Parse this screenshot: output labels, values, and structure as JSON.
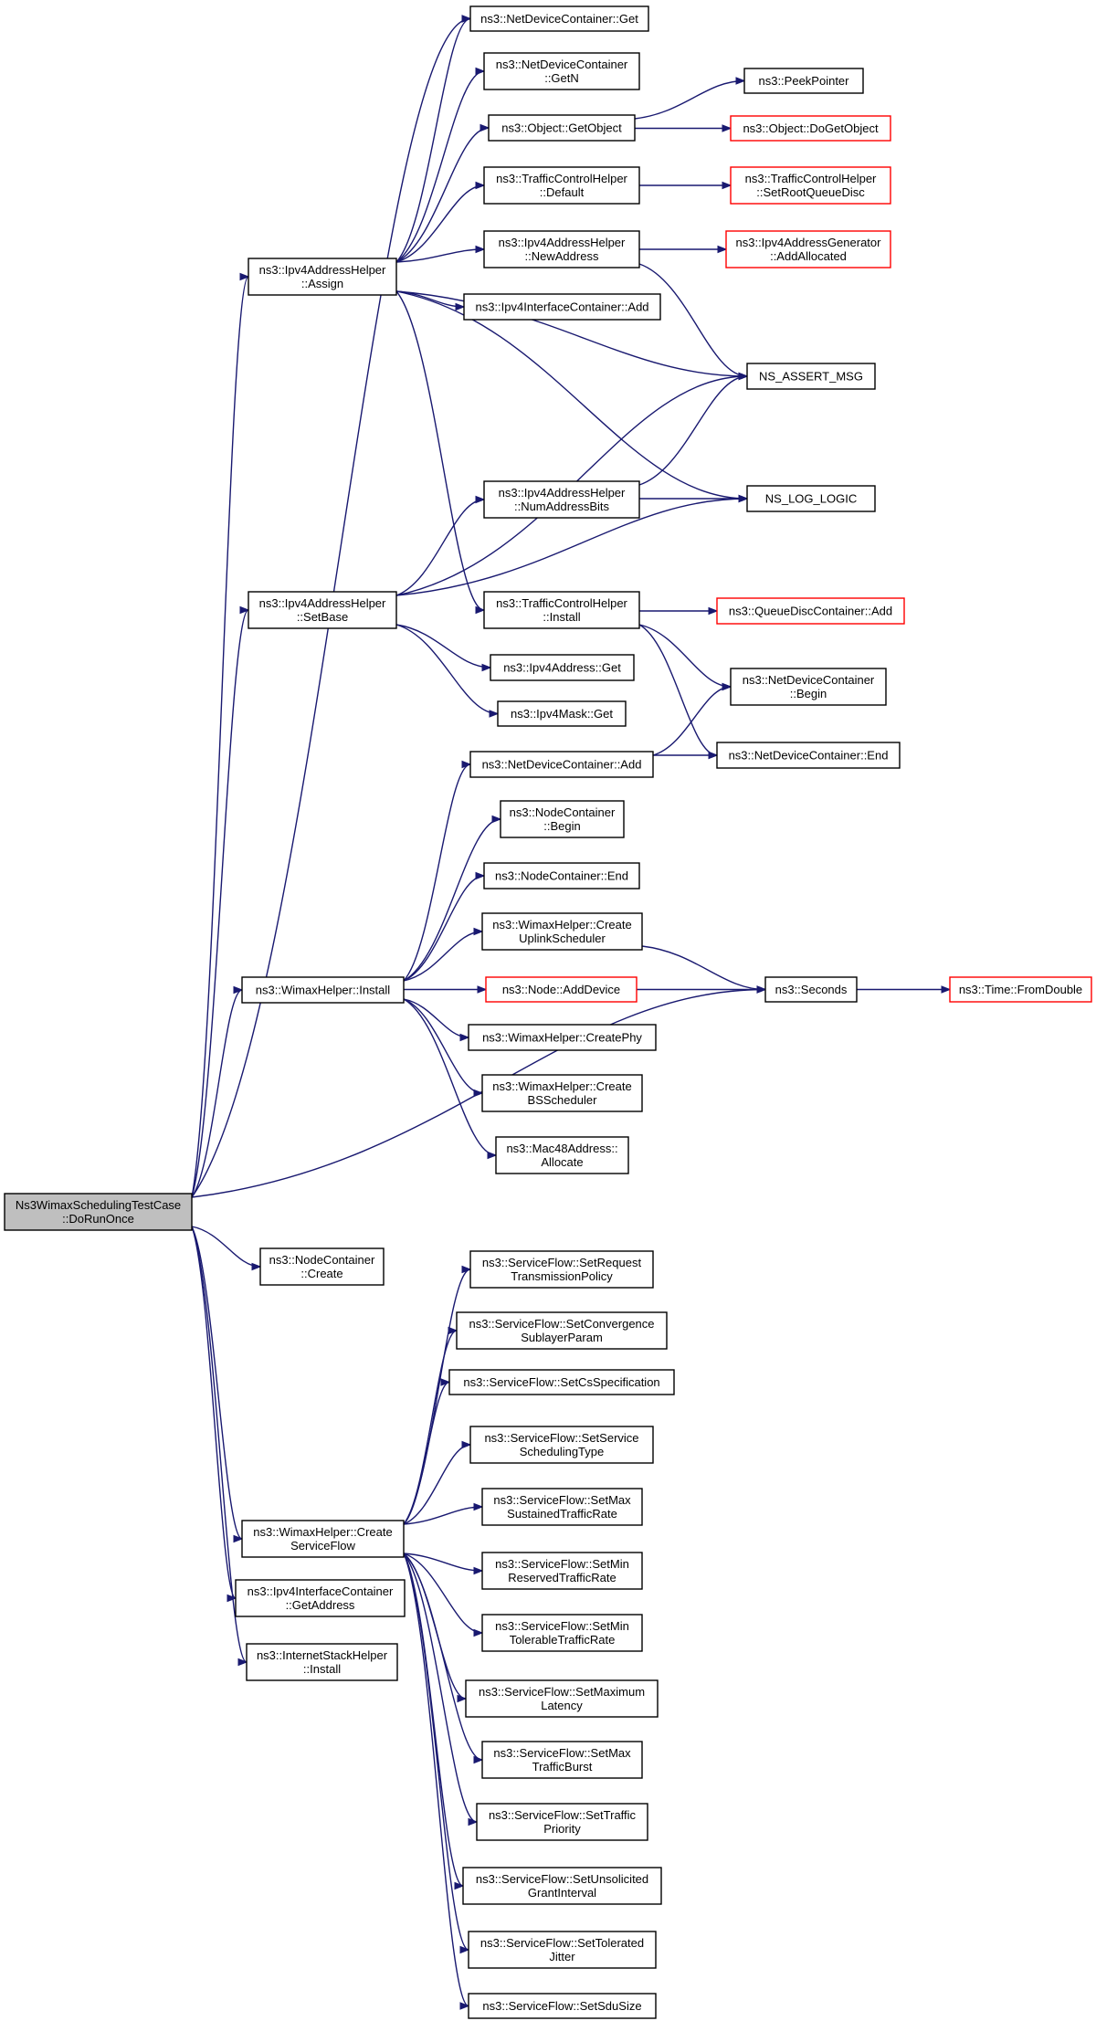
{
  "nodes": [
    {
      "id": "root",
      "lines": [
        "Ns3WimaxSchedulingTestCase",
        "::DoRunOnce"
      ],
      "style": "root"
    },
    {
      "id": "ndc_get",
      "lines": [
        "ns3::NetDeviceContainer::Get"
      ],
      "style": "normal"
    },
    {
      "id": "ndc_getn",
      "lines": [
        "ns3::NetDeviceContainer",
        "::GetN"
      ],
      "style": "normal"
    },
    {
      "id": "obj_getobject",
      "lines": [
        "ns3::Object::GetObject"
      ],
      "style": "normal"
    },
    {
      "id": "peekpointer",
      "lines": [
        "ns3::PeekPointer"
      ],
      "style": "normal"
    },
    {
      "id": "obj_dogetobject",
      "lines": [
        "ns3::Object::DoGetObject"
      ],
      "style": "red"
    },
    {
      "id": "tch_default",
      "lines": [
        "ns3::TrafficControlHelper",
        "::Default"
      ],
      "style": "normal"
    },
    {
      "id": "tch_setroot",
      "lines": [
        "ns3::TrafficControlHelper",
        "::SetRootQueueDisc"
      ],
      "style": "red"
    },
    {
      "id": "iah_assign",
      "lines": [
        "ns3::Ipv4AddressHelper",
        "::Assign"
      ],
      "style": "normal"
    },
    {
      "id": "iah_newaddress",
      "lines": [
        "ns3::Ipv4AddressHelper",
        "::NewAddress"
      ],
      "style": "normal"
    },
    {
      "id": "iag_addallocated",
      "lines": [
        "ns3::Ipv4AddressGenerator",
        "::AddAllocated"
      ],
      "style": "red"
    },
    {
      "id": "iic_add",
      "lines": [
        "ns3::Ipv4InterfaceContainer::Add"
      ],
      "style": "normal"
    },
    {
      "id": "ns_assert",
      "lines": [
        "NS_ASSERT_MSG"
      ],
      "style": "normal"
    },
    {
      "id": "iah_numbits",
      "lines": [
        "ns3::Ipv4AddressHelper",
        "::NumAddressBits"
      ],
      "style": "normal"
    },
    {
      "id": "ns_log",
      "lines": [
        "NS_LOG_LOGIC"
      ],
      "style": "normal"
    },
    {
      "id": "iah_setbase",
      "lines": [
        "ns3::Ipv4AddressHelper",
        "::SetBase"
      ],
      "style": "normal"
    },
    {
      "id": "tch_install",
      "lines": [
        "ns3::TrafficControlHelper",
        "::Install"
      ],
      "style": "normal"
    },
    {
      "id": "qdc_add",
      "lines": [
        "ns3::QueueDiscContainer::Add"
      ],
      "style": "red"
    },
    {
      "id": "ipv4addr_get",
      "lines": [
        "ns3::Ipv4Address::Get"
      ],
      "style": "normal"
    },
    {
      "id": "ndc_begin",
      "lines": [
        "ns3::NetDeviceContainer",
        "::Begin"
      ],
      "style": "normal"
    },
    {
      "id": "ipv4mask_get",
      "lines": [
        "ns3::Ipv4Mask::Get"
      ],
      "style": "normal"
    },
    {
      "id": "ndc_add",
      "lines": [
        "ns3::NetDeviceContainer::Add"
      ],
      "style": "normal"
    },
    {
      "id": "ndc_end",
      "lines": [
        "ns3::NetDeviceContainer::End"
      ],
      "style": "normal"
    },
    {
      "id": "nc_begin",
      "lines": [
        "ns3::NodeContainer",
        "::Begin"
      ],
      "style": "normal"
    },
    {
      "id": "nc_end",
      "lines": [
        "ns3::NodeContainer::End"
      ],
      "style": "normal"
    },
    {
      "id": "wh_uplink",
      "lines": [
        "ns3::WimaxHelper::Create",
        "UplinkScheduler"
      ],
      "style": "normal"
    },
    {
      "id": "wh_install",
      "lines": [
        "ns3::WimaxHelper::Install"
      ],
      "style": "normal"
    },
    {
      "id": "node_adddevice",
      "lines": [
        "ns3::Node::AddDevice"
      ],
      "style": "red"
    },
    {
      "id": "seconds",
      "lines": [
        "ns3::Seconds"
      ],
      "style": "normal"
    },
    {
      "id": "time_fromdouble",
      "lines": [
        "ns3::Time::FromDouble"
      ],
      "style": "red"
    },
    {
      "id": "wh_createphy",
      "lines": [
        "ns3::WimaxHelper::CreatePhy"
      ],
      "style": "normal"
    },
    {
      "id": "wh_bsscheduler",
      "lines": [
        "ns3::WimaxHelper::Create",
        "BSScheduler"
      ],
      "style": "normal"
    },
    {
      "id": "mac48_allocate",
      "lines": [
        "ns3::Mac48Address::",
        "Allocate"
      ],
      "style": "normal"
    },
    {
      "id": "nc_create",
      "lines": [
        "ns3::NodeContainer",
        "::Create"
      ],
      "style": "normal"
    },
    {
      "id": "sf_setrequest",
      "lines": [
        "ns3::ServiceFlow::SetRequest",
        "TransmissionPolicy"
      ],
      "style": "normal"
    },
    {
      "id": "sf_setconv",
      "lines": [
        "ns3::ServiceFlow::SetConvergence",
        "SublayerParam"
      ],
      "style": "normal"
    },
    {
      "id": "sf_setcs",
      "lines": [
        "ns3::ServiceFlow::SetCsSpecification"
      ],
      "style": "normal"
    },
    {
      "id": "sf_setservice",
      "lines": [
        "ns3::ServiceFlow::SetService",
        "SchedulingType"
      ],
      "style": "normal"
    },
    {
      "id": "wh_createsf",
      "lines": [
        "ns3::WimaxHelper::Create",
        "ServiceFlow"
      ],
      "style": "normal"
    },
    {
      "id": "sf_setmaxsust",
      "lines": [
        "ns3::ServiceFlow::SetMax",
        "SustainedTrafficRate"
      ],
      "style": "normal"
    },
    {
      "id": "iic_getaddress",
      "lines": [
        "ns3::Ipv4InterfaceContainer",
        "::GetAddress"
      ],
      "style": "normal"
    },
    {
      "id": "sf_setminres",
      "lines": [
        "ns3::ServiceFlow::SetMin",
        "ReservedTrafficRate"
      ],
      "style": "normal"
    },
    {
      "id": "ish_install",
      "lines": [
        "ns3::InternetStackHelper",
        "::Install"
      ],
      "style": "normal"
    },
    {
      "id": "sf_setmintol",
      "lines": [
        "ns3::ServiceFlow::SetMin",
        "TolerableTrafficRate"
      ],
      "style": "normal"
    },
    {
      "id": "sf_setmaxlat",
      "lines": [
        "ns3::ServiceFlow::SetMaximum",
        "Latency"
      ],
      "style": "normal"
    },
    {
      "id": "sf_setmaxburst",
      "lines": [
        "ns3::ServiceFlow::SetMax",
        "TrafficBurst"
      ],
      "style": "normal"
    },
    {
      "id": "sf_setprio",
      "lines": [
        "ns3::ServiceFlow::SetTraffic",
        "Priority"
      ],
      "style": "normal"
    },
    {
      "id": "sf_setugi",
      "lines": [
        "ns3::ServiceFlow::SetUnsolicited",
        "GrantInterval"
      ],
      "style": "normal"
    },
    {
      "id": "sf_setjitter",
      "lines": [
        "ns3::ServiceFlow::SetTolerated",
        "Jitter"
      ],
      "style": "normal"
    },
    {
      "id": "sf_setsdu",
      "lines": [
        "ns3::ServiceFlow::SetSduSize"
      ],
      "style": "normal"
    }
  ],
  "edges": [
    [
      "root",
      "ndc_get"
    ],
    [
      "root",
      "iah_assign"
    ],
    [
      "root",
      "iah_setbase"
    ],
    [
      "root",
      "wh_install"
    ],
    [
      "root",
      "seconds"
    ],
    [
      "root",
      "nc_create"
    ],
    [
      "root",
      "wh_createsf"
    ],
    [
      "root",
      "iic_getaddress"
    ],
    [
      "root",
      "ish_install"
    ],
    [
      "iah_assign",
      "ndc_get"
    ],
    [
      "iah_assign",
      "ndc_getn"
    ],
    [
      "iah_assign",
      "obj_getobject"
    ],
    [
      "iah_assign",
      "tch_default"
    ],
    [
      "iah_assign",
      "iah_newaddress"
    ],
    [
      "iah_assign",
      "iic_add"
    ],
    [
      "iah_assign",
      "ns_assert"
    ],
    [
      "iah_assign",
      "ns_log"
    ],
    [
      "iah_assign",
      "tch_install"
    ],
    [
      "obj_getobject",
      "peekpointer"
    ],
    [
      "obj_getobject",
      "obj_dogetobject"
    ],
    [
      "tch_default",
      "tch_setroot"
    ],
    [
      "iah_newaddress",
      "iag_addallocated"
    ],
    [
      "iah_newaddress",
      "ns_assert"
    ],
    [
      "iah_numbits",
      "ns_assert"
    ],
    [
      "iah_numbits",
      "ns_log"
    ],
    [
      "iah_setbase",
      "ns_assert"
    ],
    [
      "iah_setbase",
      "iah_numbits"
    ],
    [
      "iah_setbase",
      "ns_log"
    ],
    [
      "iah_setbase",
      "ipv4addr_get"
    ],
    [
      "iah_setbase",
      "ipv4mask_get"
    ],
    [
      "tch_install",
      "qdc_add"
    ],
    [
      "tch_install",
      "ndc_begin"
    ],
    [
      "tch_install",
      "ndc_end"
    ],
    [
      "ndc_add",
      "ndc_begin"
    ],
    [
      "ndc_add",
      "ndc_end"
    ],
    [
      "wh_install",
      "ndc_add"
    ],
    [
      "wh_install",
      "nc_begin"
    ],
    [
      "wh_install",
      "nc_end"
    ],
    [
      "wh_install",
      "wh_uplink"
    ],
    [
      "wh_install",
      "node_adddevice"
    ],
    [
      "wh_install",
      "wh_createphy"
    ],
    [
      "wh_install",
      "wh_bsscheduler"
    ],
    [
      "wh_install",
      "mac48_allocate"
    ],
    [
      "wh_uplink",
      "seconds"
    ],
    [
      "node_adddevice",
      "seconds"
    ],
    [
      "seconds",
      "time_fromdouble"
    ],
    [
      "wh_createsf",
      "sf_setrequest"
    ],
    [
      "wh_createsf",
      "sf_setconv"
    ],
    [
      "wh_createsf",
      "sf_setcs"
    ],
    [
      "wh_createsf",
      "sf_setservice"
    ],
    [
      "wh_createsf",
      "sf_setmaxsust"
    ],
    [
      "wh_createsf",
      "sf_setminres"
    ],
    [
      "wh_createsf",
      "sf_setmintol"
    ],
    [
      "wh_createsf",
      "sf_setmaxlat"
    ],
    [
      "wh_createsf",
      "sf_setmaxburst"
    ],
    [
      "wh_createsf",
      "sf_setprio"
    ],
    [
      "wh_createsf",
      "sf_setugi"
    ],
    [
      "wh_createsf",
      "sf_setjitter"
    ],
    [
      "wh_createsf",
      "sf_setsdu"
    ]
  ]
}
